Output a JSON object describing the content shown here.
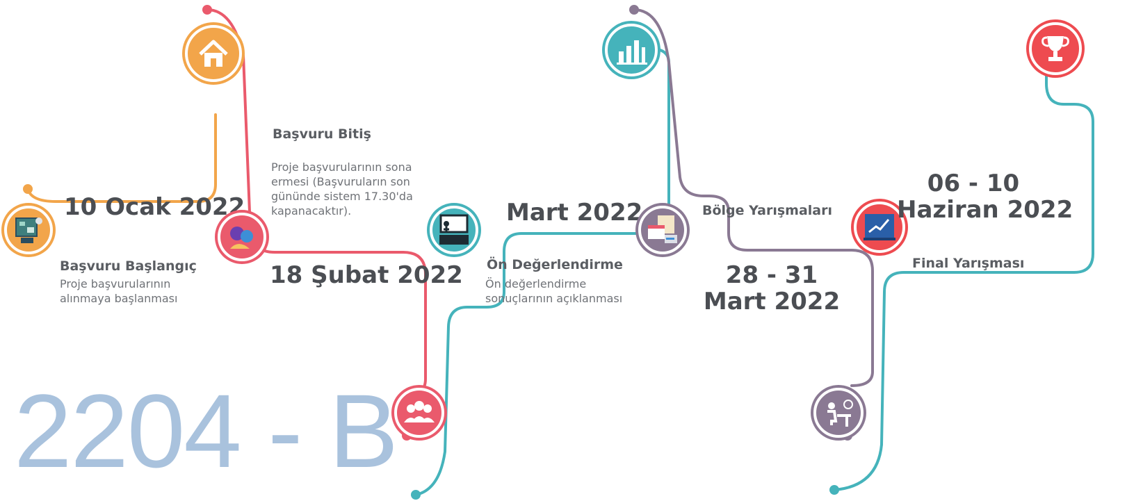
{
  "colors": {
    "orange": "#f2a54a",
    "red": "#ea5a6c",
    "teal": "#45b3bb",
    "purple": "#8a7993",
    "trophy_red": "#ee4b50",
    "badge": "#a9c2dd"
  },
  "badge": "2204 - B",
  "steps": [
    {
      "id": "application-start",
      "date": "10 Ocak 2022",
      "title": "Başvuru Başlangıç",
      "desc": "Proje başvurularının alınmaya başlanması",
      "icons": [
        "house-icon",
        "project-board-icon"
      ]
    },
    {
      "id": "application-end",
      "date": "18 Şubat 2022",
      "title": "Başvuru Bitiş",
      "desc": "Proje başvurularının sona ermesi (Başvuruların son gününde sistem 17.30'da kapanacaktır).",
      "icons": [
        "heads-icon",
        "group-icon"
      ]
    },
    {
      "id": "pre-evaluation",
      "date": "Mart 2022",
      "title": "Ön Değerlendirme",
      "desc": "Ön değerlendirme sonuçlarının açıklanması",
      "icons": [
        "presentation-icon",
        "bar-chart-icon"
      ]
    },
    {
      "id": "regional",
      "date_lines": [
        "28 - 31",
        "Mart 2022"
      ],
      "title": "Bölge Yarışmaları",
      "icons": [
        "calendar-files-icon",
        "desk-person-icon"
      ]
    },
    {
      "id": "final",
      "date_lines": [
        "06 - 10",
        "Haziran 2022"
      ],
      "title": "Final Yarışması",
      "icons": [
        "line-chart-screen-icon",
        "trophy-icon"
      ]
    }
  ]
}
